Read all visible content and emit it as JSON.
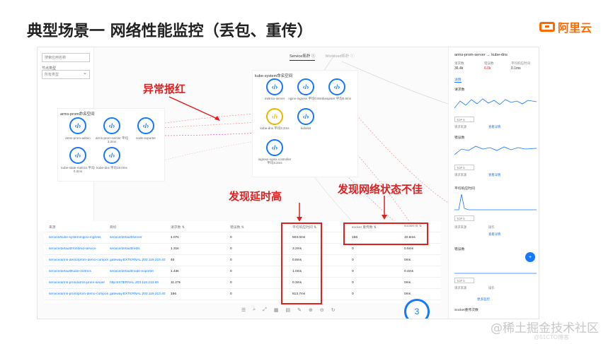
{
  "slide": {
    "title": "典型场景一 网络性能监控（丢包、重传）",
    "brand": "阿里云"
  },
  "left_panel": {
    "search_placeholder": "搜索应用名称",
    "filter_label": "节点类型",
    "filter_value": "所有类型"
  },
  "tabs": [
    "Service拓扑 ⓘ",
    "Workload拓扑 ⓘ"
  ],
  "groups": {
    "left": "arms-prom命名空间",
    "center": "kube-system命名空间"
  },
  "nodes": [
    {
      "label": "arms-prom-admin"
    },
    {
      "label": "arms-prom-server 平均3.2ms"
    },
    {
      "label": "node-exporter"
    },
    {
      "label": "kube-state-metrics 平均0.2ms"
    },
    {
      "label": "kube-dns 平均18.0ms"
    },
    {
      "label": "metrics-server"
    },
    {
      "label": "nginx-ingress 平均0.8ms"
    },
    {
      "label": "heapster 平均0.8ms"
    },
    {
      "label": "kube-dns 平均3.2ms"
    },
    {
      "label": "kubelet"
    },
    {
      "label": "ingress-nginx-controller 平均3.2ms"
    }
  ],
  "annotations": {
    "exception": "异常报红",
    "latency": "发现延时高",
    "network": "发现网络状态不佳"
  },
  "table": {
    "headers": [
      "来源",
      "目标",
      "请求数 ⇅",
      "错误数 ⇅",
      "平均响应时间 ⇅",
      "socket 重传数 ⇅",
      "socket rtt ⇅"
    ],
    "rows": [
      [
        "service/kube-system/nginx-ingress",
        "service/default/server",
        "1.07k",
        "0",
        "503.0ms",
        "168",
        "10.6ms"
      ],
      [
        "service/default/frontend-service",
        "service/default/redis",
        "1.31k",
        "0",
        "3.2ms",
        "0",
        "0.5ms"
      ],
      [
        "service/arms-demo/prom-demo-component",
        "gateway.EXTERNAL.203.119.219.40",
        "40",
        "0",
        "0.8ms",
        "0",
        "0ms"
      ],
      [
        "service/default/kube-metrics",
        "service/default/node-exporter",
        "1.43k",
        "0",
        "1.0ms",
        "0",
        "0.4ms"
      ],
      [
        "service/arms-prom/arms-prom-server",
        "http.EXTERNAL.203.119.213.69",
        "11.27k",
        "0",
        "0.3ms",
        "0",
        "0ms"
      ],
      [
        "service/arms-prom/prom-demo-component",
        "gateway.EXTERNAL.203.119.213.40",
        "156",
        "0",
        "813.7ms",
        "0",
        "0ms"
      ]
    ]
  },
  "toolbar_icons": [
    "list-icon",
    "search-icon",
    "expand-icon",
    "grid-icon",
    "layout-icon",
    "edit-icon",
    "zoom-in-icon",
    "zoom-out-icon",
    "refresh-icon"
  ],
  "toolbar_glyphs": [
    "☰",
    "⌕",
    "⤢",
    "▦",
    "▤",
    "✎",
    "⊕",
    "⊖",
    "↻"
  ],
  "fab_count": "3",
  "right_panel": {
    "title": "arms-prom-server → kube-dns",
    "metrics": [
      {
        "label": "请求数",
        "value": "36.4k"
      },
      {
        "label": "错误数",
        "value": "6.0k"
      },
      {
        "label": "平均响应时间",
        "value": "0.1ms"
      }
    ],
    "tab": "详情",
    "sections": [
      "请求数",
      "错误数",
      "平均响应时间",
      "错误数"
    ],
    "top_select": "TOP 5",
    "col_source": "请求来源",
    "col_action": "操作",
    "link_view": "查看详情",
    "fab_plus": "+",
    "bottom_link": "更多监控",
    "socket_section": "Socket重传次数"
  },
  "watermark": "@稀土掘金技术社区",
  "watermark_sub": "@51CTO博客",
  "colors": {
    "accent": "#1677ff",
    "alert": "#e02020",
    "brand": "#ff6a00"
  }
}
